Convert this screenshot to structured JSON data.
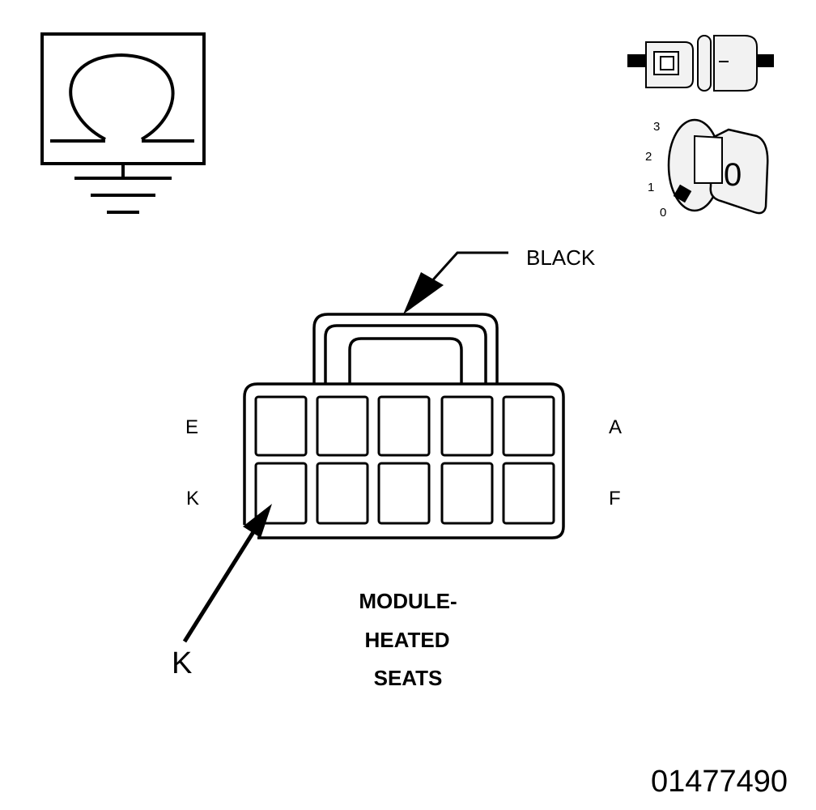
{
  "connector": {
    "color_label": "BLACK",
    "pin_labels": {
      "top_left": "E",
      "top_right": "A",
      "bottom_left": "K",
      "bottom_right": "F"
    },
    "callout_label": "K",
    "pins_per_row": 5,
    "rows": 2
  },
  "component": {
    "line1": "MODULE-",
    "line2": "HEATED",
    "line3": "SEATS"
  },
  "ignition_switch": {
    "positions": [
      "3",
      "2",
      "1",
      "0"
    ],
    "key_position": "0"
  },
  "figure_id": "01477490",
  "colors": {
    "ink": "#000000",
    "background": "#ffffff",
    "light_fill": "#f2f2f2"
  }
}
